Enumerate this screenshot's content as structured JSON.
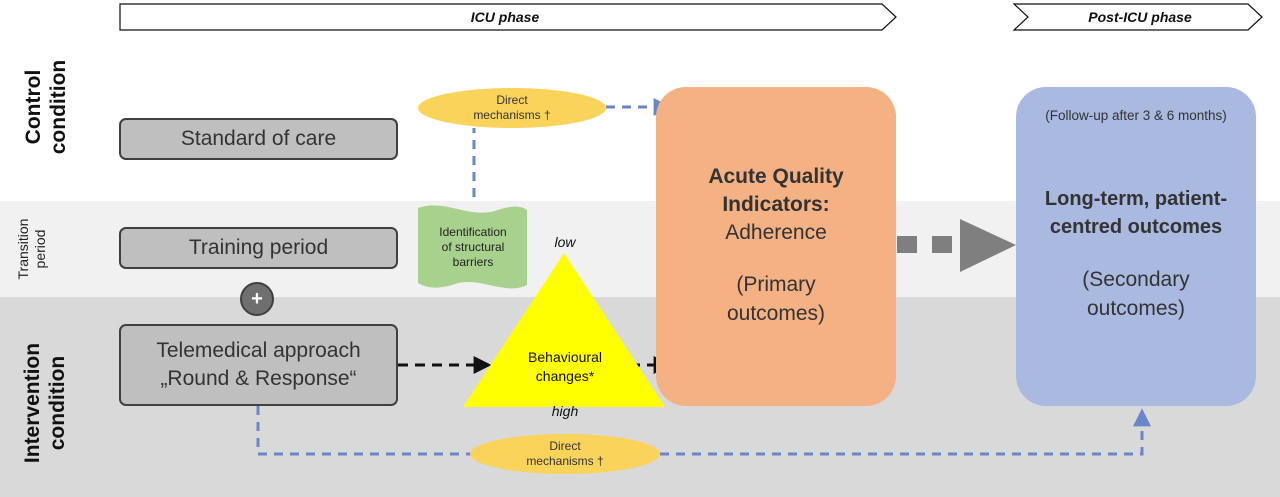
{
  "phases": {
    "icu": "ICU phase",
    "post_icu": "Post-ICU phase"
  },
  "conditions": {
    "control": [
      "Control",
      "condition"
    ],
    "transition": [
      "Transition",
      "period"
    ],
    "intervention": [
      "Intervention",
      "condition"
    ]
  },
  "boxes": {
    "standard_of_care": "Standard of care",
    "training_period": "Training period",
    "telemedical_line1": "Telemedical approach",
    "telemedical_line2": "„Round & Response“",
    "plus": "+"
  },
  "mechanisms": {
    "top_line1": "Direct",
    "top_line2": "mechanisms †",
    "bottom_line1": "Direct",
    "bottom_line2": "mechanisms †"
  },
  "barriers": [
    "Identification",
    "of structural",
    "barriers"
  ],
  "triangle": {
    "low": "low",
    "high": "high",
    "line1": "Behavioural",
    "line2": "changes*"
  },
  "acute": {
    "title_line1": "Acute Quality",
    "title_line2": "Indicators:",
    "subtitle": "Adherence",
    "sub_line1": "(Primary",
    "sub_line2": "outcomes)"
  },
  "longterm": {
    "followup": "(Follow-up after 3 & 6 months)",
    "title_line1": "Long-term, patient-",
    "title_line2": "centred outcomes",
    "sub_line1": "(Secondary",
    "sub_line2": "outcomes)"
  },
  "colors": {
    "acute_box": "#f4b183",
    "longterm_box": "#a9b9e0",
    "mechanism_ellipse": "#fad35a",
    "triangle": "#ffff00",
    "barriers_banner": "#a9d18e",
    "dashed_blue": "#6a86c9",
    "gray_box": "#bfbfbf"
  }
}
